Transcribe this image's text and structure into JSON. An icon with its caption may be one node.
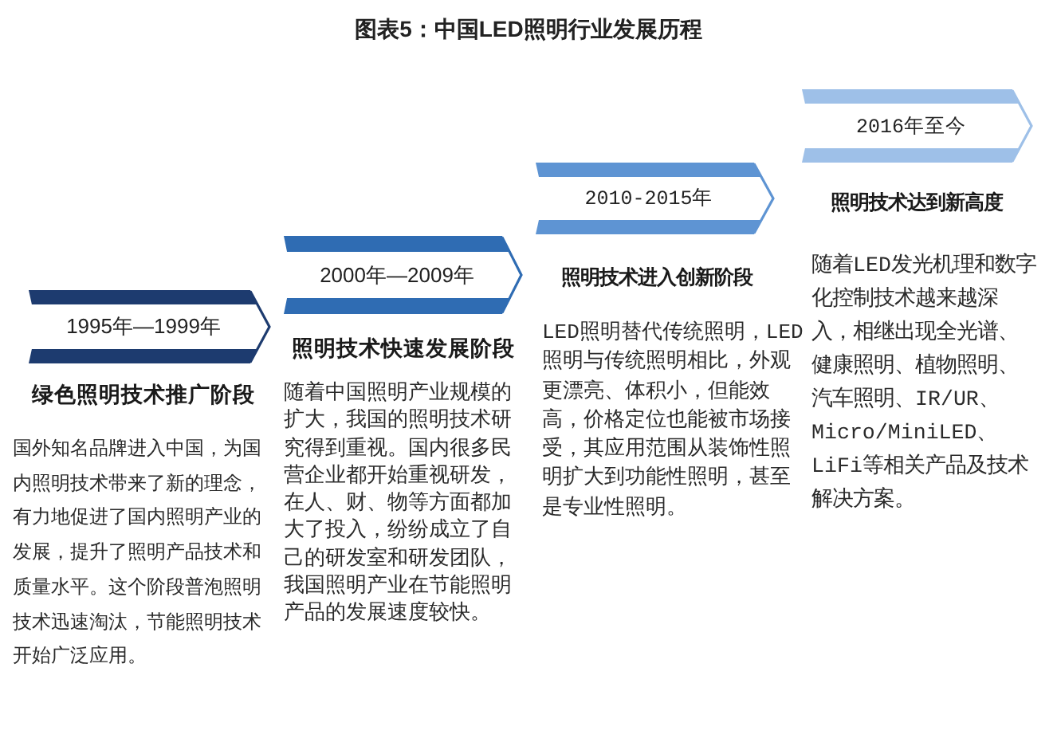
{
  "diagram": {
    "title": "图表5：中国LED照明行业发展历程",
    "nodes": [
      {
        "text": [
          "1995年—1999年"
        ],
        "beside": [
          "绿色照明技术推广阶段",
          "国外知名品牌进入中国，为国内照明技术带来了新的理念，有力地促进了国内照明产业的发展，提升了照明产品技术和质量水平。这个阶段普泡照明技术迅速淘汰，节能照明技术开始广泛应用。"
        ]
      },
      {
        "text": [
          "2000年—2009年"
        ],
        "beside": [
          "照明技术快速发展阶段",
          "随着中国照明产业规模的扩大，我国的照明技术研究得到重视。国内很多民营企业都开始重视研发，在人、财、物等方面都加大了投入，纷纷成立了自己的研发室和研发团队，我国照明产业在节能照明产品的发展速度较快。"
        ]
      },
      {
        "text": [
          "2010-2015年"
        ],
        "beside": [
          "照明技术进入创新阶段",
          "LED照明替代传统照明，LED照明与传统照明相比，外观更漂亮、体积小，但能效高，价格定位也能被市场接受，其应用范围从装饰性照明扩大到功能性照明，甚至是专业性照明。"
        ]
      },
      {
        "text": [
          "2016年至今"
        ],
        "beside": [
          "照明技术达到新高度",
          "随着LED发光机理和数字化控制技术越来越深入，相继出现全光谱、健康照明、植物照明、汽车照明、IR/UR、Micro/MiniLED、LiFi等相关产品及技术解决方案。"
        ]
      }
    ]
  }
}
